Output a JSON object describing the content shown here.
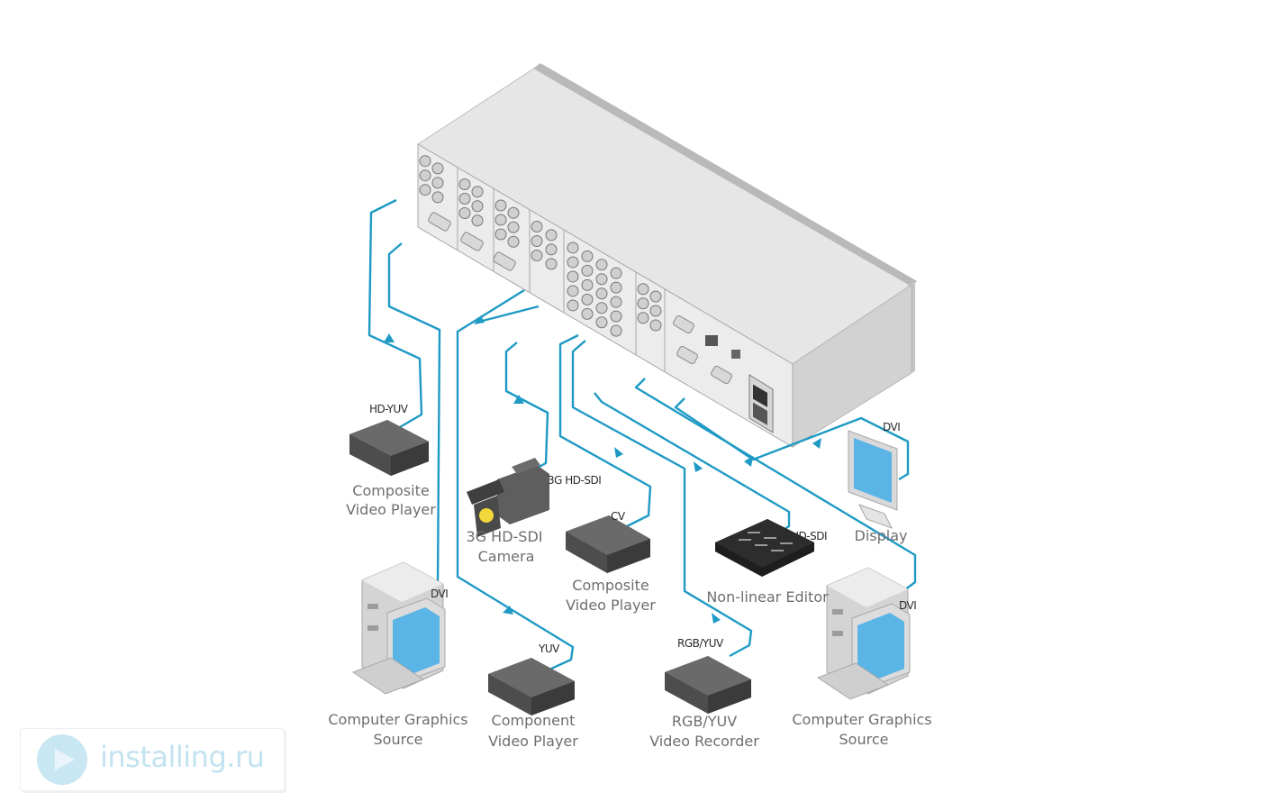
{
  "diagram": {
    "device": "Rear panel of matrix switcher",
    "colors": {
      "cable": "#1f9ac4",
      "chassis": "#e3e3e3",
      "chassis_side": "#cfcfcf",
      "label_text": "#6e6e6e",
      "screen": "#5ab4e6"
    },
    "nodes": [
      {
        "id": "composite-player-1",
        "label_line1": "Composite",
        "label_line2": "Video Player",
        "cable_label": "HD-YUV"
      },
      {
        "id": "camera",
        "label_line1": "3G HD-SDI",
        "label_line2": "Camera",
        "cable_label": "3G HD-SDI"
      },
      {
        "id": "composite-player-2",
        "label_line1": "Composite",
        "label_line2": "Video Player",
        "cable_label": "CV"
      },
      {
        "id": "nonlinear-editor",
        "label_line1": "Non-linear Editor",
        "label_line2": "",
        "cable_label": "HD-SDI"
      },
      {
        "id": "display",
        "label_line1": "Display",
        "label_line2": "",
        "cable_label": "DVI"
      },
      {
        "id": "computer-left",
        "label_line1": "Computer Graphics",
        "label_line2": "Source",
        "cable_label": "DVI"
      },
      {
        "id": "component-player",
        "label_line1": "Component",
        "label_line2": "Video Player",
        "cable_label": "YUV"
      },
      {
        "id": "rgb-recorder",
        "label_line1": "RGB/YUV",
        "label_line2": "Video Recorder",
        "cable_label": "RGB/YUV"
      },
      {
        "id": "computer-right",
        "label_line1": "Computer Graphics",
        "label_line2": "Source",
        "cable_label": "DVI"
      }
    ]
  },
  "watermark": {
    "text": "installing.ru",
    "icon": "play-logo-icon"
  }
}
